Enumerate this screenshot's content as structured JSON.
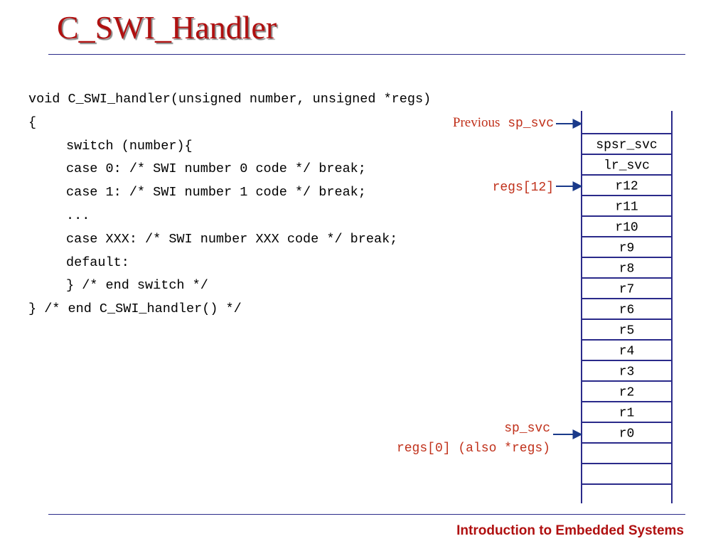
{
  "slide": {
    "title": "C_SWI_Handler",
    "footer": "Introduction to Embedded Systems"
  },
  "code_lines": [
    "void C_SWI_handler(unsigned number, unsigned *regs)",
    "{",
    "switch (number){",
    "case 0: /* SWI number 0 code */ break;",
    "case 1: /* SWI number 1 code */ break;",
    "...",
    "case XXX: /* SWI number XXX code */ break;",
    "default:",
    "} /* end switch */",
    "} /* end C_SWI_handler() */"
  ],
  "stack": {
    "cells": [
      "spsr_svc",
      "lr_svc",
      "r12",
      "r11",
      "r10",
      "r9",
      "r8",
      "r7",
      "r6",
      "r5",
      "r4",
      "r3",
      "r2",
      "r1",
      "r0",
      "",
      ""
    ],
    "annotations": {
      "previous_sp_word": "Previous",
      "previous_sp_reg": "sp_svc",
      "regs12": "regs[12]",
      "sp_svc": "sp_svc",
      "regs0": "regs[0] (also *regs)"
    },
    "colors": {
      "border": "#2a2a8a",
      "arrow": "#1a3a8a",
      "annotation": "#c0301a"
    }
  }
}
